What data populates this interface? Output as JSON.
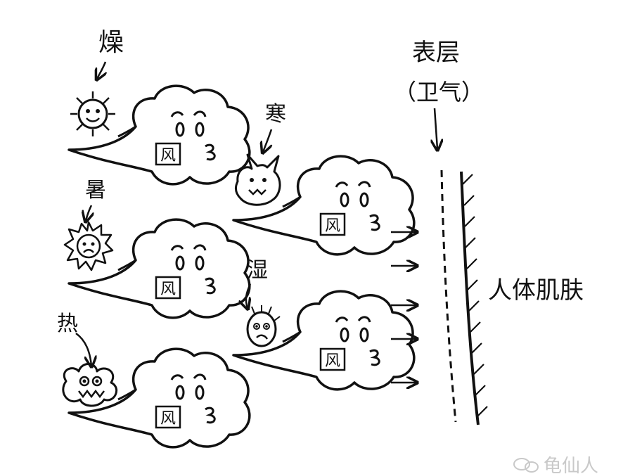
{
  "labels": {
    "zao": "燥",
    "shu": "暑",
    "re": "热",
    "han": "寒",
    "shi": "湿",
    "feng": "风",
    "surface_title": "表层",
    "surface_sub": "（卫气）",
    "skin": "人体肌肤"
  },
  "watermark": {
    "text": "龟仙人"
  },
  "colors": {
    "ink": "#111111",
    "paper": "#ffffff",
    "watermark": "#c9c9c9"
  }
}
